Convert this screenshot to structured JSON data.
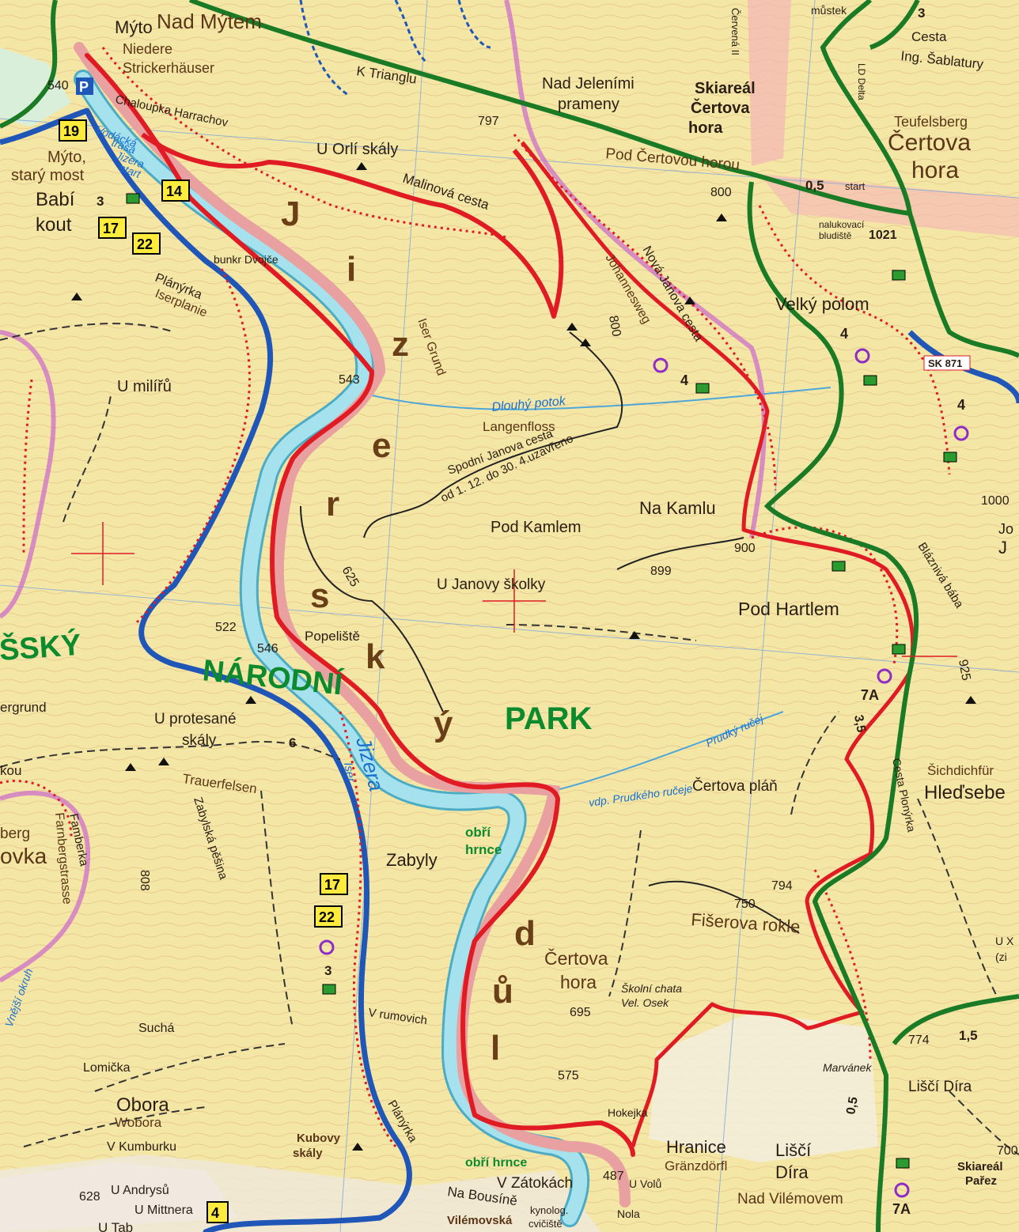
{
  "map": {
    "colors": {
      "terrain": "#f4e7a6",
      "contour": "#d99b6b",
      "grid": "#7fa7d9",
      "river": "#9fdbe8",
      "river_edge": "#3aa5c8",
      "trail_red": "#e01b24",
      "trail_blue": "#1f56b8",
      "trail_green": "#1a7a25",
      "road_pink": "#e8a0a0",
      "boundary_pink": "#cc66cc",
      "national_park": "#0d8a2e"
    },
    "park_text": {
      "line1": "NÁRODNÍ",
      "line2": "PARK",
      "fragment": "ŠSKÝ"
    },
    "valley_letters": [
      "J",
      "i",
      "z",
      "e",
      "r",
      "s",
      "k",
      "ý",
      "d",
      "ů",
      "l"
    ],
    "places": {
      "myto": "Mýto",
      "nad_mytem": "Nad Mýtem",
      "niedere1": "Niedere",
      "niedere2": "Strickerhäuser",
      "chalupa": "Chaloupka Harrachov",
      "vodacka1": "Vodácká",
      "vodacka2": "trasa",
      "vodacka3": "Jizera",
      "vodacka4": "start",
      "myto_most1": "Mýto,",
      "myto_most2": "starý most",
      "babi1": "Babí",
      "babi2": "kout",
      "k_trianglu": "K Trianglu",
      "nad_jelenimi1": "Nad Jeleními",
      "nad_jelenimi2": "prameny",
      "u_orli": "U Orlí skály",
      "malinova": "Malinová cesta",
      "pod_certovou": "Pod Čertovou horou",
      "skiareal1": "Skiareál",
      "skiareal2": "Čertova",
      "skiareal3": "hora",
      "mustek": "můstek",
      "cervena": "Červená II",
      "cesta_sab1": "Cesta",
      "cesta_sab2": "Ing. Šablatury",
      "teufelsberg": "Teufelsberg",
      "certova_hora1": "Čertova",
      "certova_hora2": "hora",
      "start": "start",
      "nalukovaci1": "nalukovací",
      "nalukovaci2": "bludiště",
      "ld_delta": "LD Delta",
      "bunkr": "bunkr Dvojče",
      "planyrka": "Plánýrka",
      "iserplanie": "Iserplanie",
      "iser_grund": "Iser Grund",
      "johannesweg": "Johannesweg",
      "nova_janova": "Nová Janova cesta",
      "velky_polom": "Velký polom",
      "u_miliru": "U milířů",
      "dlouhy": "Dlouhý potok",
      "langenfloss": "Langenfloss",
      "spodni": "Spodní Janova cesta",
      "uzavreno": "od 1. 12. do 30. 4.uzavřeno",
      "pod_kamlem": "Pod Kamlem",
      "na_kamlu": "Na Kamlu",
      "u_janovy": "U Janovy školky",
      "pod_hartlem": "Pod Hartlem",
      "blazniva": "Bláznivá bába",
      "popeliste": "Popeliště",
      "ergrund": "ergrund",
      "u_protesane1": "U protesané",
      "u_protesane2": "skály",
      "trauerfelsen": "Trauerfelsen",
      "jizera": "Jizera",
      "iser": "Iser",
      "prudky": "Prudký ručej",
      "certova_plan": "Čertova pláň",
      "vdp": "vdp. Prudkého ručeje",
      "obri1": "obří",
      "obri2": "hrnce",
      "sichdichfur": "Šichdichfür",
      "hledsebe": "Hleďsebe",
      "cesta_plonyrka": "Cesta Plonýrka",
      "zabyly": "Zabyly",
      "zabylska": "Zabylská pěšina",
      "famberka": "Famberka",
      "farnbergstrasse": "Farnbergstrasse",
      "berg": "berg",
      "ovka": "ovka",
      "kou": "kou",
      "fiserova": "Fišerova rokle",
      "certova_hora3": "Čertova",
      "certova_hora4": "hora",
      "skolni1": "Školní chata",
      "skolni2": "Vel. Osek",
      "v_rumovich": "V rumovich",
      "vnejsi": "Vnější okruh",
      "sucha": "Suchá",
      "lomicka": "Lomička",
      "obora": "Obora",
      "wobora": "Wobora",
      "v_kumburku": "V Kumburku",
      "kubovy1": "Kubovy",
      "kubovy2": "skály",
      "u_andrysu": "U Andrysů",
      "u_mittnera": "U Mittnera",
      "u_tab": "U Tab",
      "obri_hrnce2": "obří hrnce",
      "v_zatokach": "V Zátokách",
      "na_bousine": "Na Bousíně",
      "vilemovska": "Vilémovská",
      "kynolog1": "kynolog.",
      "kynolog2": "cvičiště",
      "u_volu": "U Volů",
      "nola": "Nola",
      "hokejka": "Hokejka",
      "hranice": "Hranice",
      "granzdorfl": "Gränzdörfl",
      "marvanek": "Marvánek",
      "lisci_dira1": "Liščí Díra",
      "lisci_dira2": "Liščí",
      "lisci_dira3": "Díra",
      "nad_vilemovem": "Nad Vilémovem",
      "skiareal_parez1": "Skiareál",
      "skiareal_parez2": "Pařez",
      "planyrka2": "Plánýrka",
      "u_x1": "U X",
      "u_x2": "(zi"
    },
    "elevations": {
      "e540": "540",
      "e797": "797",
      "e800a": "800",
      "e800b": "800",
      "e1021": "1021",
      "e543": "543",
      "e625": "625",
      "e900": "900",
      "e899": "899",
      "e522": "522",
      "e546": "546",
      "e925": "925",
      "e1000": "1000",
      "e794": "794",
      "e750": "750",
      "e695": "695",
      "e575": "575",
      "e774": "774",
      "e628": "628",
      "e487": "487",
      "e808": "808",
      "e700": "700"
    },
    "route_signs": [
      "19",
      "14",
      "17",
      "22",
      "17",
      "22",
      "4"
    ],
    "cycle_numbers": {
      "c3a": "3",
      "c4a": "4",
      "c4b": "4",
      "c4c": "4",
      "c7a": "7A",
      "c6": "6",
      "c3b": "3",
      "c7b": "7A",
      "c3c": "3"
    },
    "distances": {
      "d05a": "0,5",
      "d35": "3,5",
      "d15": "1,5",
      "d05b": "0,5"
    },
    "route_codes": {
      "sk871": "SK 871",
      "jo": "Jo",
      "j": "J"
    }
  }
}
